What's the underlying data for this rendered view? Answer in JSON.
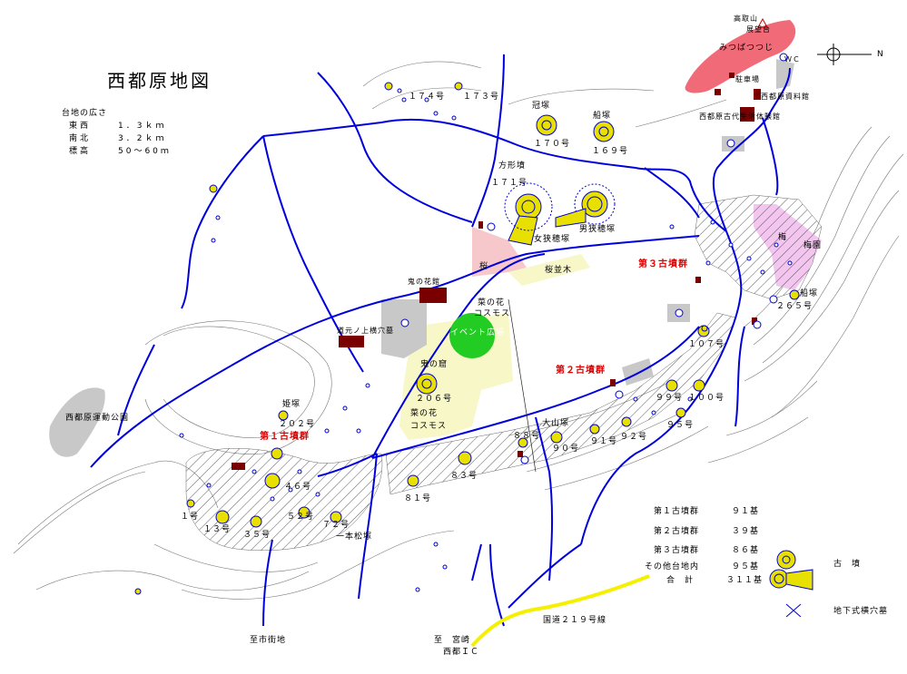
{
  "title": "西都原地図",
  "area": {
    "heading": "台地の広さ",
    "rows": [
      {
        "label": "東西",
        "value": "1．3ｋｍ"
      },
      {
        "label": "南北",
        "value": "3．2ｋｍ"
      },
      {
        "label": "標高",
        "value": "50～60ｍ"
      }
    ]
  },
  "compass": {
    "north": "N"
  },
  "places": {
    "takatori_yama": "高取山",
    "observatory": "展望台",
    "mitsuba_tsutsuji": "みつばつつじ",
    "wc": "ＷＣ",
    "takatori_chushajo": "駐車場",
    "museum": "西都原古代生活体験館",
    "shiryokan": "西都原資料館",
    "oni_no_iwaya_label": "鬼の窟",
    "oni_no_iwaya_no": "２０６号",
    "event_plaza": "イベント広場",
    "nanohana_1": "菜の花",
    "cosmos_1": "コスモス",
    "nanohana_2": "菜の花",
    "cosmos_2": "コスモス",
    "sakura": "桜",
    "sakura_namiki": "桜並木",
    "ume": "梅",
    "umezono": "梅園",
    "oni_no_hanakan": "鬼の花館",
    "michinoeki": "道元ノ上横穴墓",
    "undokoen": "西都原運動公園",
    "to_city": "至市街地",
    "to_miyazaki": "至　宮崎",
    "saito_ic": "西都ＩＣ",
    "route219": "国道２１９号線"
  },
  "groups": {
    "g1": "第１古墳群",
    "g2": "第２古墳群",
    "g3": "第３古墳群"
  },
  "tombs": {
    "t174": "１７４号",
    "t173": "１７３号",
    "osahozuka": "男狭穂塚",
    "mesahozuka": "女狭穂塚",
    "kanmurizuka": "冠塚",
    "kinkanzuka": "船塚",
    "t170": "１７０号",
    "t169": "１６９号",
    "hokeihun": "方形墳",
    "t171": "１７１号",
    "funazuka": "船塚",
    "t265": "２６５号",
    "t107": "１０７号",
    "t99": "９９号",
    "t100": "１００号",
    "t95": "９５号",
    "t92": "９２号",
    "t91": "９１号",
    "t90": "９０号",
    "t88": "８８号",
    "oyamazuka": "大山塚",
    "t83": "８３号",
    "t81": "８１号",
    "himezuka": "姫塚",
    "t202": "２０２号",
    "t46": "４６号",
    "t13": "１３号",
    "t1": "１号",
    "t35": "３５号",
    "t72": "７２号",
    "t52": "５２号",
    "hitomatsu": "一本松塚"
  },
  "legend": {
    "rows": [
      {
        "label": "第１古墳群",
        "count": "９１基"
      },
      {
        "label": "第２古墳群",
        "count": "３９基"
      },
      {
        "label": "第３古墳群",
        "count": "８６基"
      },
      {
        "label": "その他台地内",
        "count": "９５基"
      },
      {
        "label": "合　計",
        "count": "３１１基"
      }
    ],
    "kofun": "古　墳",
    "yokoana": "地下式横穴墓"
  },
  "colors": {
    "road": "#0000dd",
    "highway": "#f5f000",
    "tomb": "#e8e000",
    "building": "#7a0000",
    "tsutsuji": "#f06a78",
    "plaza": "#22cc22",
    "flower_field": "#f7f7c8",
    "sakura": "#f6c8cc",
    "ume": "#f3c6f0",
    "parking": "#c8c8c8"
  }
}
